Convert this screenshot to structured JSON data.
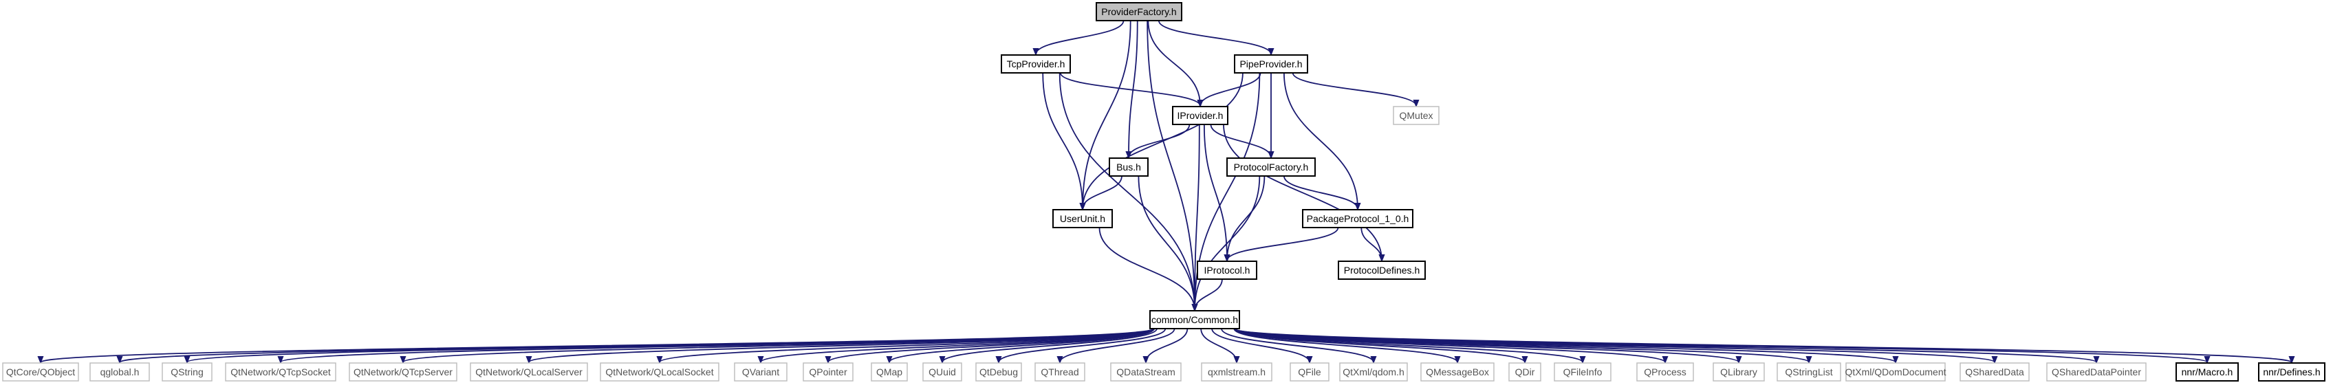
{
  "graph": {
    "nodes": [
      {
        "id": "ProviderFactory",
        "label": "ProviderFactory.h",
        "kind": "root"
      },
      {
        "id": "TcpProvider",
        "label": "TcpProvider.h",
        "kind": "local"
      },
      {
        "id": "PipeProvider",
        "label": "PipeProvider.h",
        "kind": "local"
      },
      {
        "id": "IProvider",
        "label": "IProvider.h",
        "kind": "local"
      },
      {
        "id": "QMutex",
        "label": "QMutex",
        "kind": "external"
      },
      {
        "id": "Bus",
        "label": "Bus.h",
        "kind": "local"
      },
      {
        "id": "ProtocolFactory",
        "label": "ProtocolFactory.h",
        "kind": "local"
      },
      {
        "id": "UserUnit",
        "label": "UserUnit.h",
        "kind": "local"
      },
      {
        "id": "PackageProtocol",
        "label": "PackageProtocol_1_0.h",
        "kind": "local"
      },
      {
        "id": "IProtocol",
        "label": "IProtocol.h",
        "kind": "local"
      },
      {
        "id": "ProtocolDefines",
        "label": "ProtocolDefines.h",
        "kind": "local"
      },
      {
        "id": "Common",
        "label": "common/Common.h",
        "kind": "local"
      },
      {
        "id": "QObject",
        "label": "QtCore/QObject",
        "kind": "external"
      },
      {
        "id": "qglobal",
        "label": "qglobal.h",
        "kind": "external"
      },
      {
        "id": "QString",
        "label": "QString",
        "kind": "external"
      },
      {
        "id": "QTcpSocket",
        "label": "QtNetwork/QTcpSocket",
        "kind": "external"
      },
      {
        "id": "QTcpServer",
        "label": "QtNetwork/QTcpServer",
        "kind": "external"
      },
      {
        "id": "QLocalServer",
        "label": "QtNetwork/QLocalServer",
        "kind": "external"
      },
      {
        "id": "QLocalSocket",
        "label": "QtNetwork/QLocalSocket",
        "kind": "external"
      },
      {
        "id": "QVariant",
        "label": "QVariant",
        "kind": "external"
      },
      {
        "id": "QPointer",
        "label": "QPointer",
        "kind": "external"
      },
      {
        "id": "QMap",
        "label": "QMap",
        "kind": "external"
      },
      {
        "id": "QUuid",
        "label": "QUuid",
        "kind": "external"
      },
      {
        "id": "QtDebug",
        "label": "QtDebug",
        "kind": "external"
      },
      {
        "id": "QThread",
        "label": "QThread",
        "kind": "external"
      },
      {
        "id": "QDataStream",
        "label": "QDataStream",
        "kind": "external"
      },
      {
        "id": "qxmlstream",
        "label": "qxmlstream.h",
        "kind": "external"
      },
      {
        "id": "QFile",
        "label": "QFile",
        "kind": "external"
      },
      {
        "id": "qdom",
        "label": "QtXml/qdom.h",
        "kind": "external"
      },
      {
        "id": "QMessageBox",
        "label": "QMessageBox",
        "kind": "external"
      },
      {
        "id": "QDir",
        "label": "QDir",
        "kind": "external"
      },
      {
        "id": "QFileInfo",
        "label": "QFileInfo",
        "kind": "external"
      },
      {
        "id": "QProcess",
        "label": "QProcess",
        "kind": "external"
      },
      {
        "id": "QLibrary",
        "label": "QLibrary",
        "kind": "external"
      },
      {
        "id": "QStringList",
        "label": "QStringList",
        "kind": "external"
      },
      {
        "id": "QDomDocument",
        "label": "QtXml/QDomDocument",
        "kind": "external"
      },
      {
        "id": "QSharedData",
        "label": "QSharedData",
        "kind": "external"
      },
      {
        "id": "QSharedDataPointer",
        "label": "QSharedDataPointer",
        "kind": "external"
      },
      {
        "id": "Macro",
        "label": "nnr/Macro.h",
        "kind": "local"
      },
      {
        "id": "Defines",
        "label": "nnr/Defines.h",
        "kind": "local"
      }
    ],
    "edges": [
      [
        "ProviderFactory",
        "TcpProvider"
      ],
      [
        "ProviderFactory",
        "PipeProvider"
      ],
      [
        "ProviderFactory",
        "IProvider"
      ],
      [
        "ProviderFactory",
        "Bus"
      ],
      [
        "ProviderFactory",
        "UserUnit"
      ],
      [
        "ProviderFactory",
        "Common"
      ],
      [
        "TcpProvider",
        "IProvider"
      ],
      [
        "TcpProvider",
        "UserUnit"
      ],
      [
        "TcpProvider",
        "Common"
      ],
      [
        "PipeProvider",
        "IProvider"
      ],
      [
        "PipeProvider",
        "QMutex"
      ],
      [
        "PipeProvider",
        "ProtocolFactory"
      ],
      [
        "PipeProvider",
        "PackageProtocol"
      ],
      [
        "PipeProvider",
        "UserUnit"
      ],
      [
        "PipeProvider",
        "Common"
      ],
      [
        "IProvider",
        "Bus"
      ],
      [
        "IProvider",
        "ProtocolFactory"
      ],
      [
        "IProvider",
        "IProtocol"
      ],
      [
        "IProvider",
        "ProtocolDefines"
      ],
      [
        "IProvider",
        "Common"
      ],
      [
        "Bus",
        "UserUnit"
      ],
      [
        "Bus",
        "Common"
      ],
      [
        "ProtocolFactory",
        "IProtocol"
      ],
      [
        "ProtocolFactory",
        "PackageProtocol"
      ],
      [
        "ProtocolFactory",
        "Common"
      ],
      [
        "UserUnit",
        "Common"
      ],
      [
        "PackageProtocol",
        "IProtocol"
      ],
      [
        "PackageProtocol",
        "ProtocolDefines"
      ],
      [
        "IProtocol",
        "Common"
      ],
      [
        "Common",
        "QObject"
      ],
      [
        "Common",
        "qglobal"
      ],
      [
        "Common",
        "QString"
      ],
      [
        "Common",
        "QTcpSocket"
      ],
      [
        "Common",
        "QTcpServer"
      ],
      [
        "Common",
        "QLocalServer"
      ],
      [
        "Common",
        "QLocalSocket"
      ],
      [
        "Common",
        "QVariant"
      ],
      [
        "Common",
        "QPointer"
      ],
      [
        "Common",
        "QMap"
      ],
      [
        "Common",
        "QUuid"
      ],
      [
        "Common",
        "QtDebug"
      ],
      [
        "Common",
        "QThread"
      ],
      [
        "Common",
        "QDataStream"
      ],
      [
        "Common",
        "qxmlstream"
      ],
      [
        "Common",
        "QFile"
      ],
      [
        "Common",
        "qdom"
      ],
      [
        "Common",
        "QMessageBox"
      ],
      [
        "Common",
        "QDir"
      ],
      [
        "Common",
        "QFileInfo"
      ],
      [
        "Common",
        "QProcess"
      ],
      [
        "Common",
        "QLibrary"
      ],
      [
        "Common",
        "QStringList"
      ],
      [
        "Common",
        "QDomDocument"
      ],
      [
        "Common",
        "QSharedData"
      ],
      [
        "Common",
        "QSharedDataPointer"
      ],
      [
        "Common",
        "Macro"
      ],
      [
        "Common",
        "Defines"
      ]
    ]
  },
  "colors": {
    "edge": "#191970",
    "root_fill": "#bfbfbf",
    "external_border": "#bfbfbf",
    "local_border": "#000000"
  }
}
